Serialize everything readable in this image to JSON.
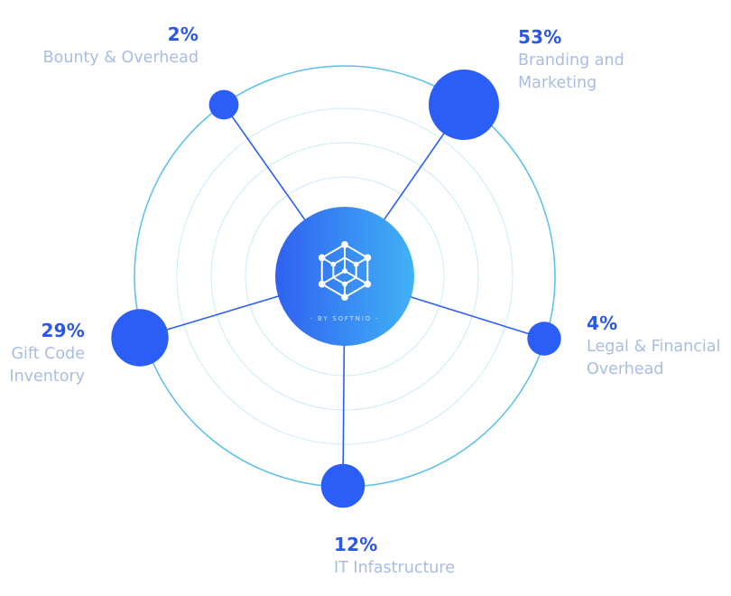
{
  "chart_data": {
    "type": "pie",
    "title": "",
    "slices": [
      {
        "label": "Branding and Marketing",
        "value": 53,
        "display": "53%"
      },
      {
        "label": "Legal & Financial Overhead",
        "value": 4,
        "display": "4%"
      },
      {
        "label": "IT Infastructure",
        "value": 12,
        "display": "12%"
      },
      {
        "label": "Gift Code Inventory",
        "value": 29,
        "display": "29%"
      },
      {
        "label": "Bounty & Overhead",
        "value": 2,
        "display": "2%"
      }
    ]
  },
  "center": {
    "brand_text": "- BY SOFTNIO -",
    "logo_icon": "network-cube-icon"
  },
  "colors": {
    "node": "#2b5ef7",
    "ring": "#5ec2ea",
    "inner_ring": "#c9ebf7",
    "percent": "#2a57e6",
    "label": "#a9bde2",
    "center_start": "#2f61f0",
    "center_end": "#41b2f5"
  }
}
